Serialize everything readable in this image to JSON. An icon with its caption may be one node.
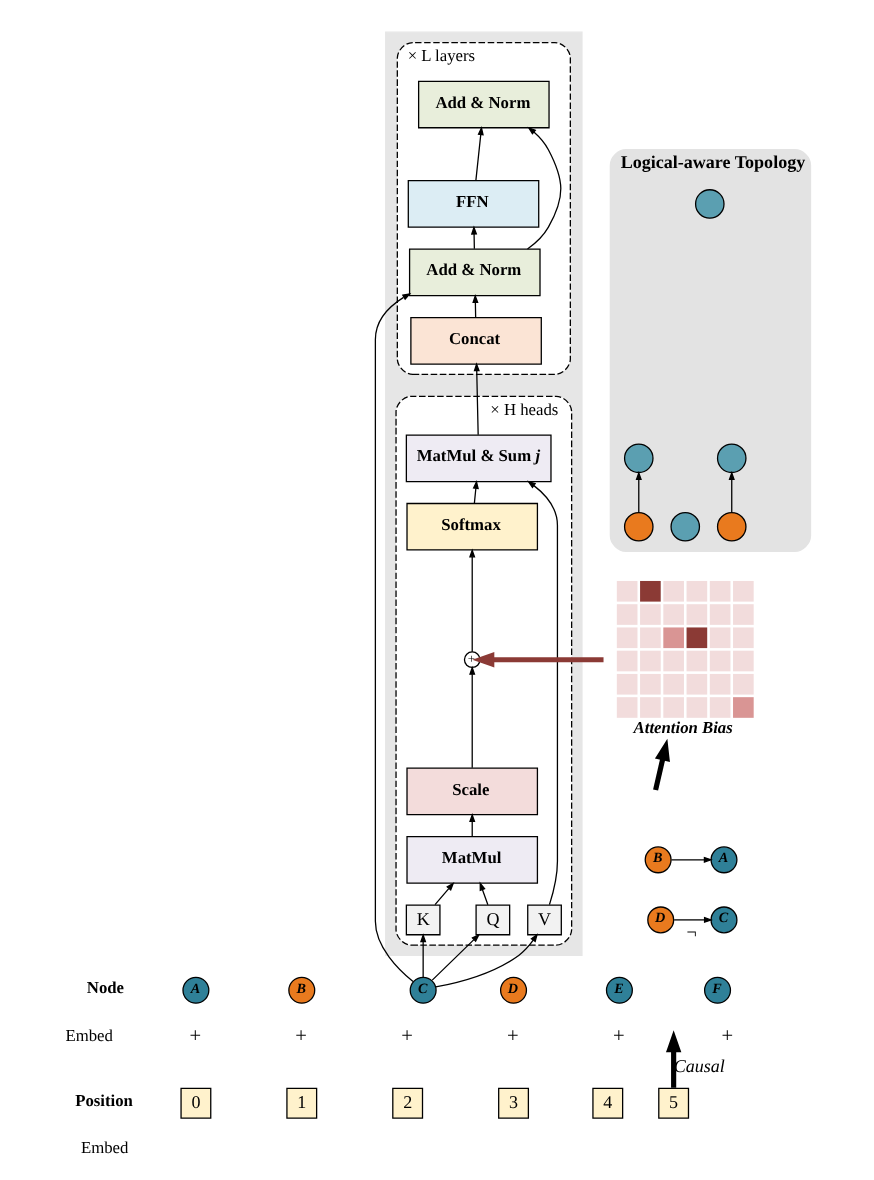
{
  "diagram": {
    "nodes": [
      {
        "text": [],
        "shape": "box"
      },
      {
        "text": [
          "× L layers"
        ],
        "in": 0
      },
      {
        "text": [
          "Add & Norm"
        ],
        "in": 1
      },
      {
        "text": [
          "FFN"
        ],
        "in": 1
      },
      {
        "text": [
          "Add & Norm"
        ],
        "in": 1
      },
      {
        "text": [
          "Concat"
        ],
        "in": 1
      },
      {
        "text": [
          "× H heads"
        ],
        "in": 0
      },
      {
        "text": [
          "MatMul & Sum *j*"
        ],
        "in": 6
      },
      {
        "text": [
          "Softmax"
        ],
        "in": 6
      },
      {
        "text": [
          "+"
        ],
        "in": 6
      },
      {
        "text": [
          "Scale"
        ],
        "in": 6
      },
      {
        "text": [
          "MatMul"
        ],
        "in": 6
      },
      {
        "text": [
          "Q"
        ],
        "in": 6
      },
      {
        "text": [
          "K"
        ],
        "in": 6
      },
      {
        "text": [
          "V"
        ],
        "in": 6
      },
      {
        "text": [
          "A"
        ]
      },
      {
        "text": [
          "B"
        ]
      },
      {
        "text": [
          "C"
        ]
      },
      {
        "text": [
          "D"
        ]
      },
      {
        "text": [
          "E"
        ]
      },
      {
        "text": [
          "F"
        ]
      },
      {
        "text": [
          "0"
        ]
      },
      {
        "text": [
          "1"
        ]
      },
      {
        "text": [
          "2"
        ]
      },
      {
        "text": [
          "3"
        ]
      },
      {
        "text": [
          "4"
        ]
      },
      {
        "text": [
          "5"
        ]
      },
      {
        "text": [
          "Logical-aware Topology"
        ]
      },
      {
        "text": [],
        "shape": "circle",
        "in": 27
      },
      {
        "text": [],
        "shape": "circle",
        "in": 27
      },
      {
        "text": [],
        "shape": "circle",
        "in": 27
      },
      {
        "text": [],
        "shape": "circle",
        "in": 27
      },
      {
        "text": [],
        "shape": "circle",
        "in": 27
      },
      {
        "text": [],
        "shape": "circle",
        "in": 27
      },
      {
        "text": [],
        "shape": "picture",
        "beside": [
          "Attention Bias"
        ]
      },
      {
        "text": [
          "B"
        ]
      },
      {
        "text": [
          "A"
        ]
      },
      {
        "text": [
          "D"
        ]
      },
      {
        "text": [
          "C"
        ]
      }
    ],
    "edges": [
      {
        "from": 4,
        "to": 3,
        "arrow": "to"
      },
      {
        "from": 3,
        "to": 2,
        "arrow": "to"
      },
      {
        "from": 4,
        "to": 2,
        "arrow": "to"
      },
      {
        "from": 5,
        "to": 4,
        "arrow": "to"
      },
      {
        "from": 7,
        "to": 5,
        "arrow": "to"
      },
      {
        "from": 8,
        "to": 7,
        "arrow": "to"
      },
      {
        "from": 9,
        "to": 8,
        "arrow": "to"
      },
      {
        "from": 10,
        "to": 9,
        "arrow": "to"
      },
      {
        "from": 11,
        "to": 10,
        "arrow": "to"
      },
      {
        "from": 12,
        "to": 11,
        "arrow": "to"
      },
      {
        "from": 13,
        "to": 11,
        "arrow": "to"
      },
      {
        "from": 14,
        "to": 7,
        "arrow": "to"
      },
      {
        "from": 17,
        "to": 12,
        "arrow": "to"
      },
      {
        "from": 17,
        "to": 13,
        "arrow": "to"
      },
      {
        "from": 17,
        "to": 14,
        "arrow": "to"
      },
      {
        "from": 17,
        "to": 4,
        "arrow": "to"
      },
      {
        "from": 34,
        "to": 9,
        "arrow": "to",
        "style": "thick",
        "color": "#8b3a35"
      },
      {
        "from": 28,
        "to": 29,
        "arrow": "to"
      },
      {
        "from": 32,
        "to": 33,
        "arrow": "to"
      },
      {
        "from": 35,
        "to": 36,
        "arrow": "to"
      },
      {
        "from": 37,
        "to": 38,
        "arrow": "to",
        "label": "¬"
      },
      {
        "from": 26,
        "to": null,
        "arrow": "to",
        "label": "*Causal*",
        "style": "thick"
      },
      {
        "from": null,
        "to": 34,
        "arrow": "to",
        "style": "thick"
      }
    ],
    "labels": [
      "Node",
      "Embed",
      "Position",
      "Embed",
      "+",
      "+",
      "+",
      "+",
      "+",
      "+"
    ]
  }
}
